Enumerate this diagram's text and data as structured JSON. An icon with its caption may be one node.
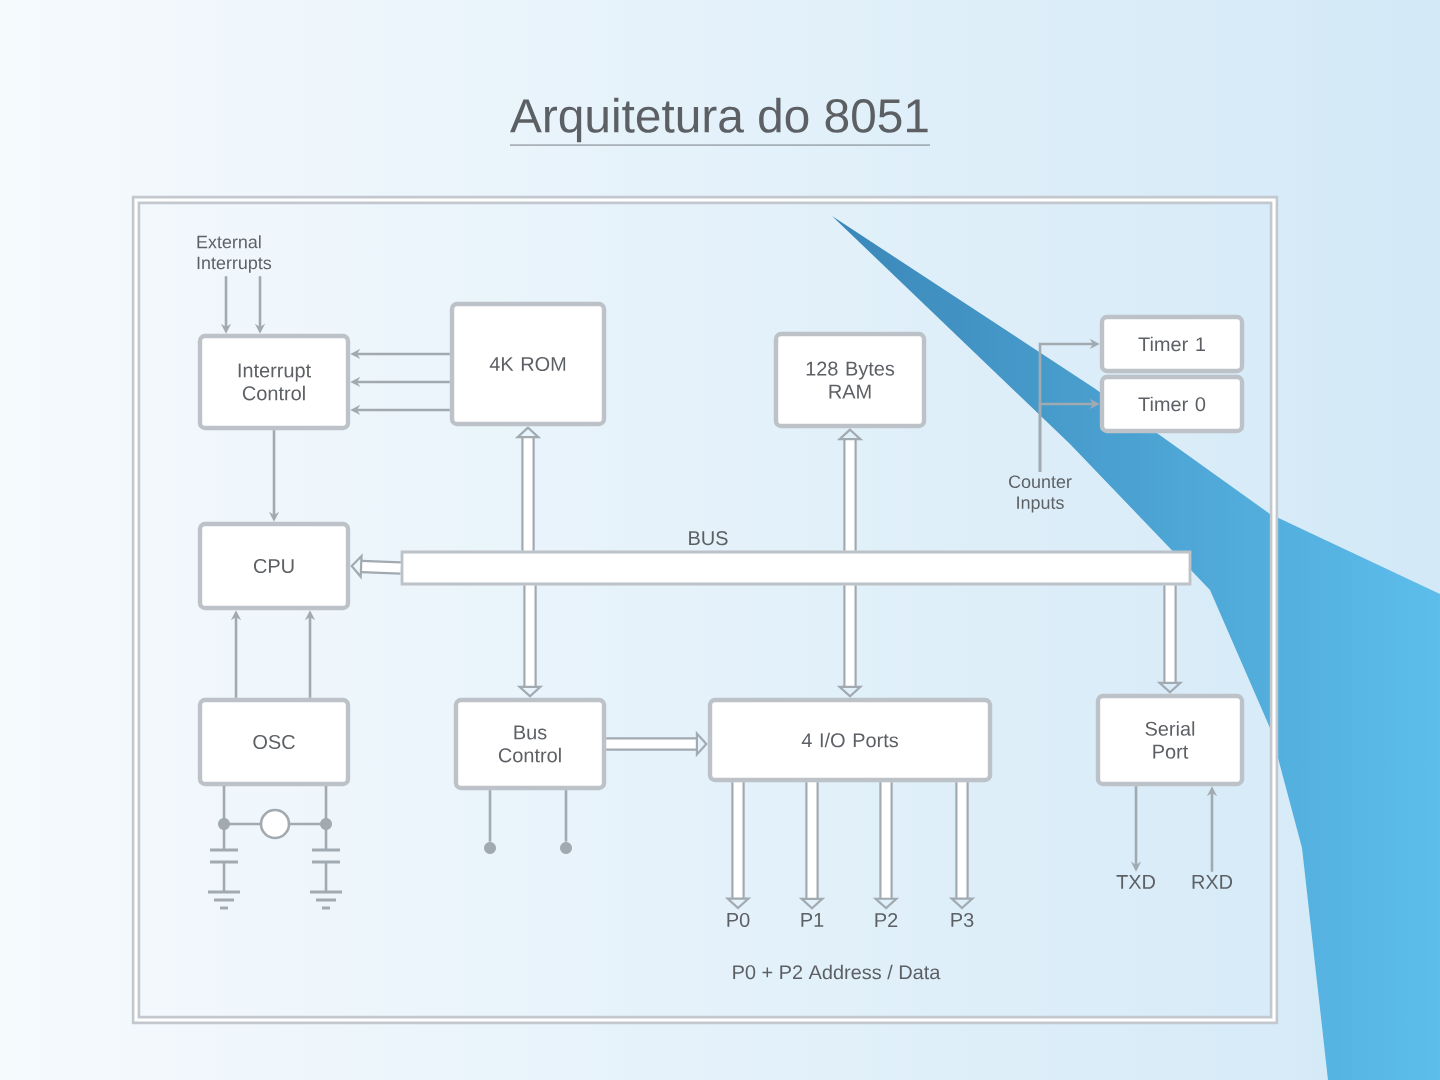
{
  "diagram": {
    "title": "Arquitetura do 8051",
    "nodes": [
      {
        "text": [
          "External Interrupts"
        ]
      },
      {
        "text": [
          "Interrupt Control"
        ]
      },
      {
        "text": [
          "4K ROM"
        ]
      },
      {
        "text": [
          "128 Bytes RAM"
        ]
      },
      {
        "text": [
          "Timer 1"
        ]
      },
      {
        "text": [
          "Timer 0"
        ]
      },
      {
        "text": [
          "Counter Inputs"
        ]
      },
      {
        "text": [
          "CPU"
        ]
      },
      {
        "text": [
          "BUS"
        ]
      },
      {
        "text": [
          "OSC"
        ]
      },
      {
        "text": [
          "Bus Control"
        ]
      },
      {
        "text": [
          "4 I/O Ports"
        ]
      },
      {
        "text": [
          "Serial Port"
        ]
      },
      {
        "text": [],
        "shape": "circle"
      },
      {
        "text": [],
        "shape": "circle"
      },
      {
        "text": [
          "P0"
        ]
      },
      {
        "text": [
          "P1"
        ]
      },
      {
        "text": [
          "P2"
        ]
      },
      {
        "text": [
          "P3"
        ]
      },
      {
        "text": [
          "TXD"
        ]
      },
      {
        "text": [
          "RXD"
        ]
      }
    ],
    "edges": [
      {
        "from": 0,
        "to": 1,
        "arrow": "to"
      },
      {
        "from": 0,
        "to": 1,
        "arrow": "to"
      },
      {
        "from": 2,
        "to": 1,
        "arrow": "to"
      },
      {
        "from": 2,
        "to": 1,
        "arrow": "to"
      },
      {
        "from": 2,
        "to": 1,
        "arrow": "to"
      },
      {
        "from": 1,
        "to": 7,
        "arrow": "to"
      },
      {
        "from": 8,
        "to": 7,
        "arrow": "to",
        "style": "thick"
      },
      {
        "from": 8,
        "to": 2,
        "arrow": "to",
        "style": "thick"
      },
      {
        "from": 8,
        "to": 3,
        "arrow": "to",
        "style": "thick"
      },
      {
        "from": 6,
        "to": 4,
        "arrow": "to"
      },
      {
        "from": 6,
        "to": 5,
        "arrow": "to"
      },
      {
        "from": 9,
        "to": 7,
        "arrow": "to"
      },
      {
        "from": 9,
        "to": 7,
        "arrow": "to"
      },
      {
        "from": 8,
        "to": 10,
        "arrow": "to",
        "style": "thick"
      },
      {
        "from": 10,
        "to": 11,
        "arrow": "to",
        "style": "thick"
      },
      {
        "from": 10,
        "to": 13,
        "arrow": "none"
      },
      {
        "from": 10,
        "to": 14,
        "arrow": "none"
      },
      {
        "from": 8,
        "to": 11,
        "arrow": "to",
        "style": "thick"
      },
      {
        "from": 8,
        "to": 12,
        "arrow": "to",
        "style": "thick"
      },
      {
        "from": 11,
        "to": 15,
        "arrow": "to",
        "style": "thick"
      },
      {
        "from": 11,
        "to": 16,
        "arrow": "to",
        "style": "thick"
      },
      {
        "from": 11,
        "to": 17,
        "arrow": "to",
        "style": "thick"
      },
      {
        "from": 11,
        "to": 18,
        "arrow": "to",
        "style": "thick"
      },
      {
        "from": 12,
        "to": 19,
        "arrow": "to"
      },
      {
        "from": 20,
        "to": 12,
        "arrow": "to"
      }
    ],
    "labels": [
      "P0 + P2 Address / Data"
    ]
  }
}
